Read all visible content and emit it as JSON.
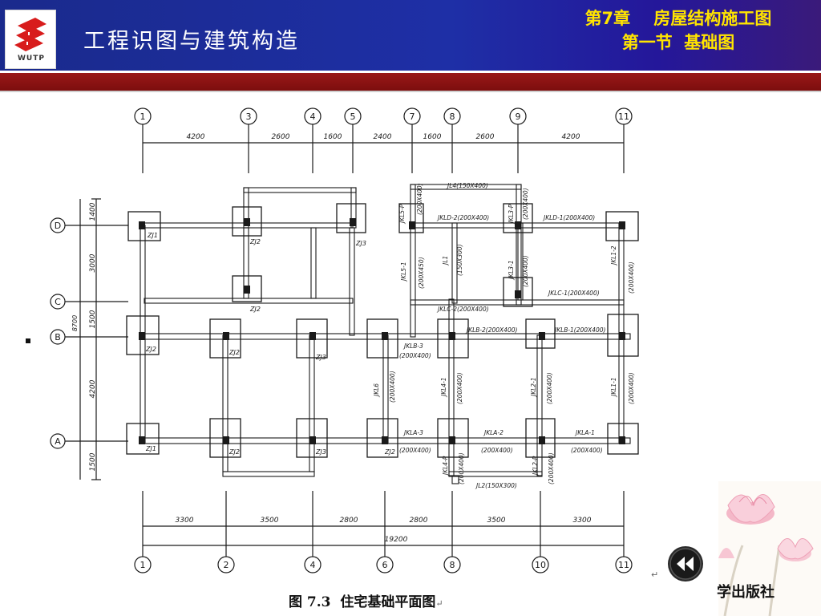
{
  "header": {
    "logo_text": "WUTP",
    "title": "工程识图与建筑构造",
    "chapter_line1": "第7章    房屋结构施工图",
    "chapter_line2": "第一节  基础图"
  },
  "figure": {
    "caption": "图 7.3  住宅基础平面图",
    "top_axes": [
      "1",
      "3",
      "4",
      "5",
      "7",
      "8",
      "9",
      "11"
    ],
    "top_dims": [
      "4200",
      "2600",
      "1600",
      "2400",
      "1600",
      "2600",
      "4200"
    ],
    "bottom_axes": [
      "1",
      "2",
      "4",
      "6",
      "8",
      "10",
      "11"
    ],
    "bottom_dims": [
      "3300",
      "3500",
      "2800",
      "2800",
      "3500",
      "3300"
    ],
    "bottom_total": "19200",
    "left_axes": [
      "D",
      "C",
      "B",
      "A"
    ],
    "left_dims": [
      "1400",
      "3000",
      "1500",
      "4200",
      "1500"
    ],
    "left_total": "8700",
    "footing_labels": [
      "ZJ1",
      "ZJ2",
      "ZJ3",
      "ZJ2",
      "ZJ2",
      "ZJ2",
      "ZJ3",
      "ZJ1",
      "ZJ2",
      "ZJ3",
      "ZJ2"
    ],
    "beam_labels": {
      "jl4": "JL4(150X400)",
      "jkld2": "JKLD-2(200X400)",
      "jkld1": "JKLD-1(200X400)",
      "jkl5p": "JKL5-P",
      "jkl5p_size": "(200X400)",
      "jkl3p": "JKL3-P",
      "jkl3p_size": "(200X400)",
      "jkl51": "JKL5-1",
      "jkl51_size": "(200X450)",
      "jl1": "JL1",
      "jl1_size": "(150X300)",
      "jkl31": "JKL3-1",
      "jkl31_size": "(200X400)",
      "jkl12": "JKL1-2",
      "jkl12_size": "(200X400)",
      "jklc1": "JKLC-1(200X400)",
      "jklc2": "JKLC-2(200X400)",
      "jklb2": "JKLB-2(200X400)",
      "jklb1": "JKLB-1(200X400)",
      "jklb3": "JKLB-3",
      "jklb3_size": "(200X400)",
      "jkl6": "JKL6",
      "jkl6_size": "(200X400)",
      "jkl41": "JKL4-1",
      "jkl41_size": "(200X400)",
      "jkl21": "JKL2-1",
      "jkl21_size": "(200X400)",
      "jkl11": "JKL1-1",
      "jkl11_size": "(200X400)",
      "jkla3": "JKLA-3",
      "jkla3_size": "(200X400)",
      "jkla2": "JKLA-2",
      "jkla2_size": "(200X400)",
      "jkla1": "JKLA-1",
      "jkla1_size": "(200X400)",
      "jkl4p": "JKL4-P",
      "jkl4p_size": "(200X400)",
      "jkl2p": "JKL2-P",
      "jkl2p_size": "(200X400)",
      "jl2": "JL2(150X300)"
    }
  },
  "footer": {
    "publisher": "学出版社",
    "return_mark": "↵"
  },
  "colors": {
    "header_blue": "#1e2fa6",
    "title_yellow": "#ffe400",
    "band_red": "#7c0e0e",
    "drawing_ink": "#1a1a1a"
  },
  "icons": [
    "wutp-logo-icon",
    "back-rewind-icon",
    "lotus-decoration-icon"
  ]
}
